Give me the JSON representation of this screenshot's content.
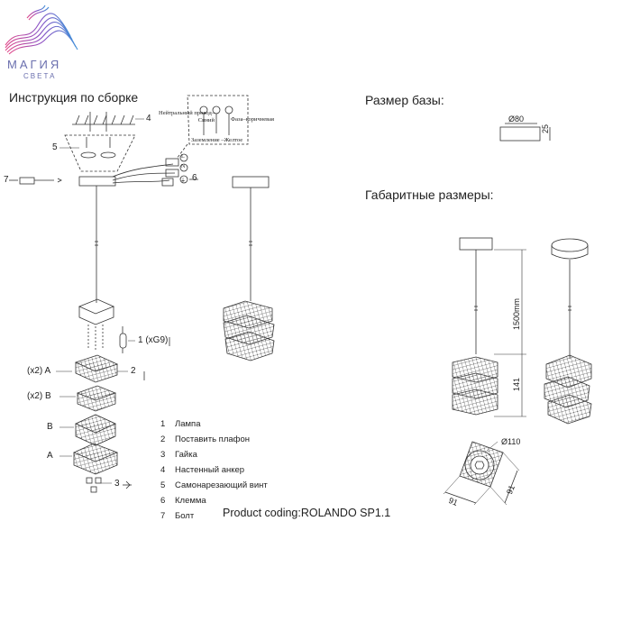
{
  "brand": {
    "name": "МАГИЯ",
    "subtitle": "СВЕТА"
  },
  "headings": {
    "assembly": "Инструкция по сборке",
    "base_size": "Размер базы:",
    "dimensions": "Габаритные размеры:"
  },
  "wiring": {
    "neutral": "Нейтральный провод–Синий",
    "phase": "Фаза–коричневая",
    "ground": "Заземление –Желтое",
    "letters": [
      "L",
      "N",
      "⏚"
    ]
  },
  "callouts": {
    "c4": "4",
    "c5": "5",
    "c6": "6",
    "c7": "7",
    "c1": "1 (xG9)",
    "c2": "2",
    "c3": "3",
    "a1": "(x2) A",
    "b1": "(x2) B",
    "b2": "B",
    "a2": "A"
  },
  "legend": [
    {
      "num": "1",
      "text": "Лампа"
    },
    {
      "num": "2",
      "text": "Поставить плафон"
    },
    {
      "num": "3",
      "text": "Гайка"
    },
    {
      "num": "4",
      "text": "Настенный анкер"
    },
    {
      "num": "5",
      "text": "Самонарезающий винт"
    },
    {
      "num": "6",
      "text": "Клемма"
    },
    {
      "num": "7",
      "text": "Болт"
    }
  ],
  "product_coding": "Product coding:ROLANDO SP1.1",
  "base_dims": {
    "diameter": "Ø80",
    "height": "25"
  },
  "overall_dims": {
    "cable": "1500mm",
    "shade": "141",
    "diameter": "Ø110",
    "side_a": "91",
    "side_b": "91"
  }
}
